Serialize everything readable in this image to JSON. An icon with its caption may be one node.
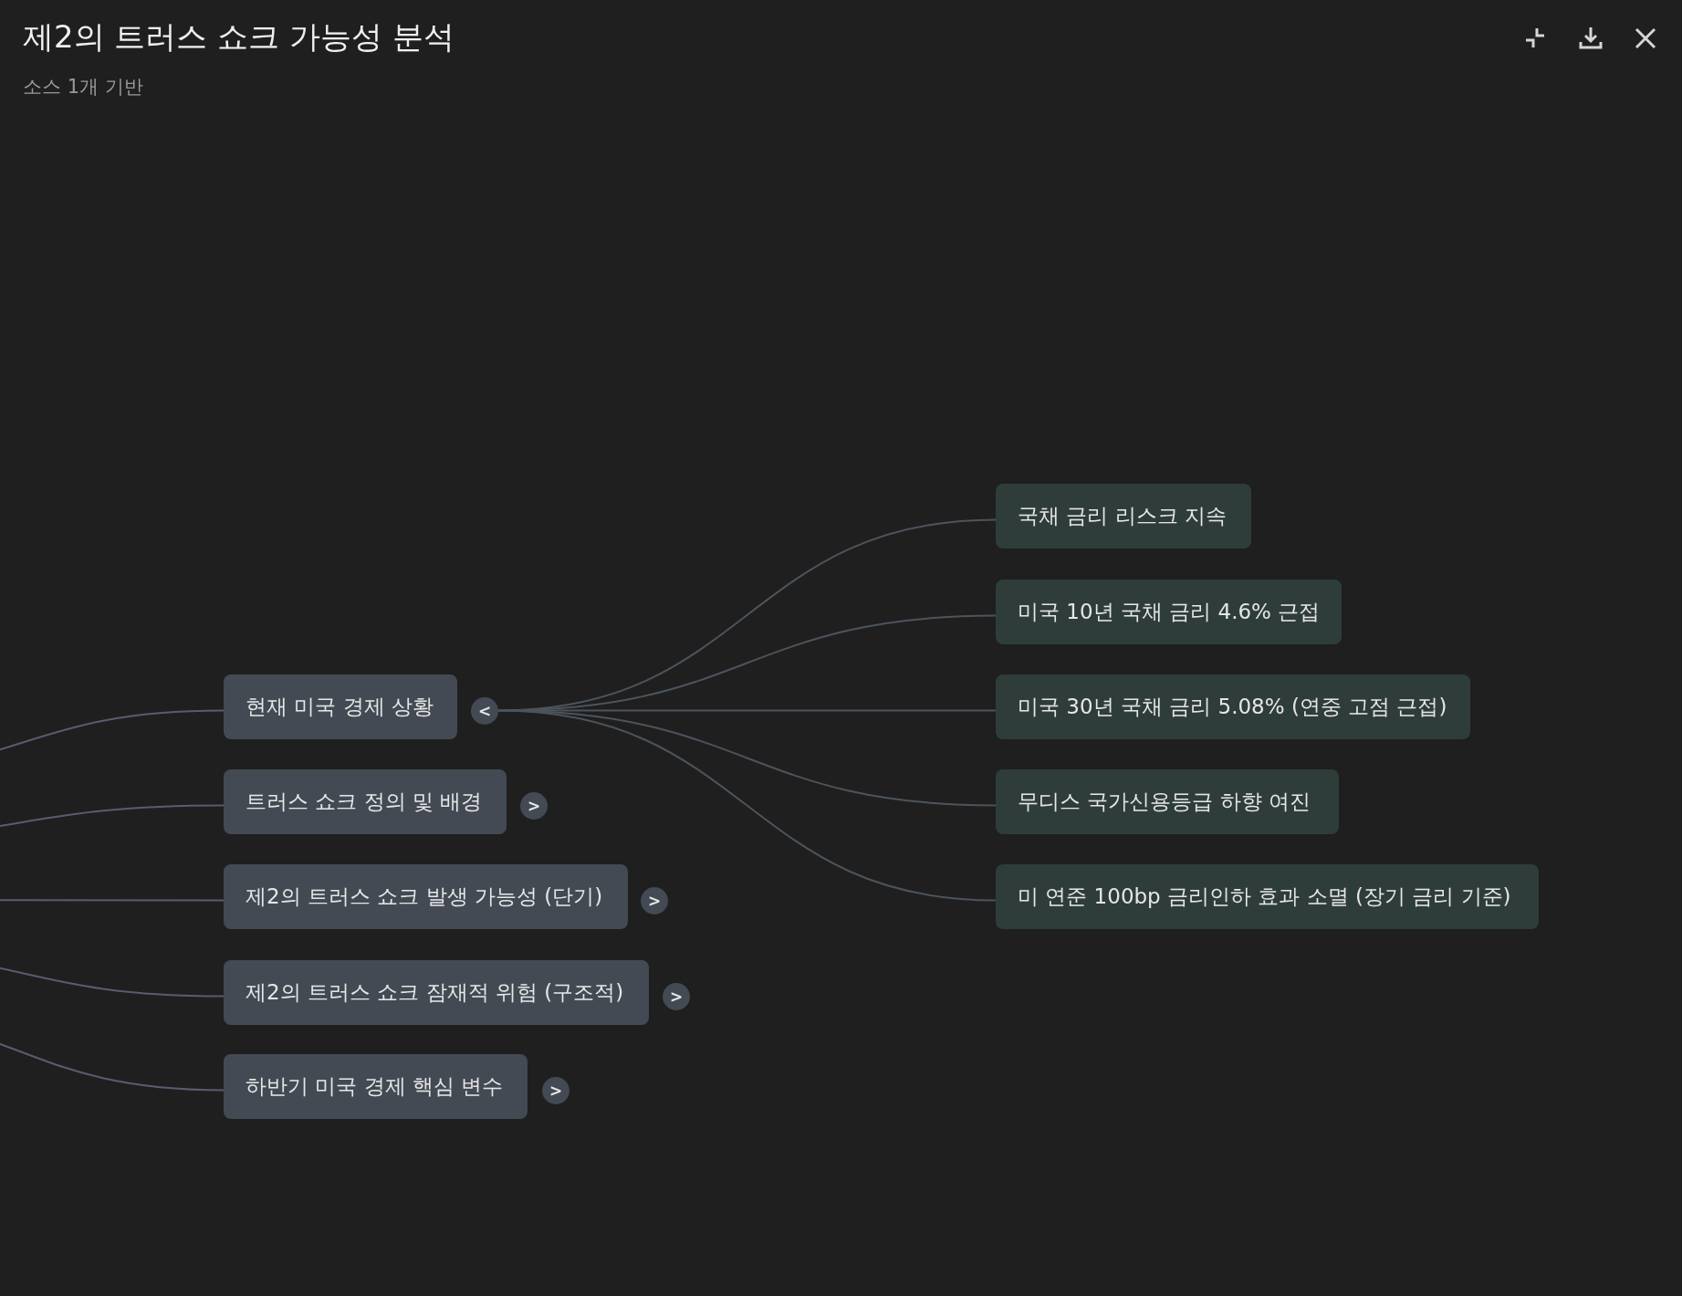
{
  "diagram": {
    "title": "제2의 트러스 쇼크 가능성 분석",
    "nodes": [
      {
        "text": [
          "현재 미국 경제 상황"
        ],
        "beside": [
          "<"
        ]
      },
      {
        "text": [
          "트러스 쇼크 정의 및 배경"
        ],
        "beside": [
          ">"
        ]
      },
      {
        "text": [
          "제2의 트러스 쇼크 발생 가능성 (단기)"
        ],
        "beside": [
          ">"
        ]
      },
      {
        "text": [
          "제2의 트러스 쇼크 잠재적 위험 (구조적)"
        ],
        "beside": [
          ">"
        ]
      },
      {
        "text": [
          "하반기 미국 경제 핵심 변수"
        ],
        "beside": [
          ">"
        ]
      },
      {
        "text": [
          "국채 금리 리스크 지속"
        ]
      },
      {
        "text": [
          "미국 10년 국채 금리 4.6% 근접"
        ]
      },
      {
        "text": [
          "미국 30년 국채 금리 5.08% (연중 고점 근접)"
        ]
      },
      {
        "text": [
          "무디스 국가신용등급 하향 여진"
        ]
      },
      {
        "text": [
          "미 연준 100bp 금리인하 효과 소멸 (장기 금리 기준)"
        ]
      }
    ],
    "edges": [
      {
        "from": null,
        "to": 0,
        "arrow": "none"
      },
      {
        "from": null,
        "to": 1,
        "arrow": "none"
      },
      {
        "from": null,
        "to": 2,
        "arrow": "none"
      },
      {
        "from": null,
        "to": 3,
        "arrow": "none"
      },
      {
        "from": null,
        "to": 4,
        "arrow": "none"
      },
      {
        "from": 0,
        "to": 5,
        "arrow": "none"
      },
      {
        "from": 0,
        "to": 6,
        "arrow": "none"
      },
      {
        "from": 0,
        "to": 7,
        "arrow": "none"
      },
      {
        "from": 0,
        "to": 8,
        "arrow": "none"
      },
      {
        "from": 0,
        "to": 9,
        "arrow": "none"
      }
    ],
    "labels": [
      "소스 1개 기반"
    ]
  }
}
